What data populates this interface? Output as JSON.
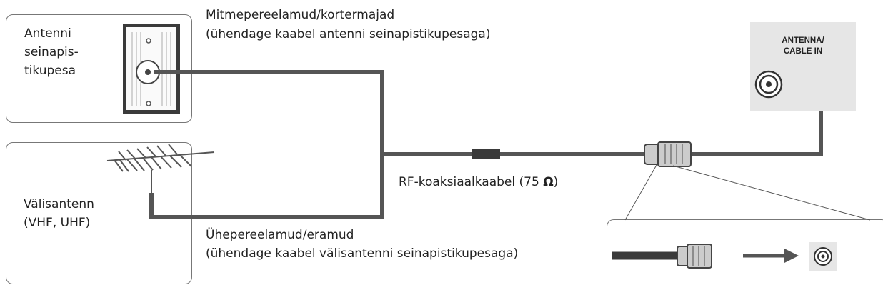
{
  "labels": {
    "wall_socket": "Antenni\nseinapis-\ntikupesa",
    "multi_family": "Mitmepereelamud/kortermajad",
    "multi_family_note": "(ühendage kaabel antenni seinapistikupesaga)",
    "outdoor_antenna": "Välisantenn\n(VHF, UHF)",
    "single_family": "Ühepereelamud/eramud",
    "single_family_note": "(ühendage kaabel välisantenni seinapistikupesaga)",
    "coax_cable": "RF-koaksiaalkaabel (75",
    "ohm_symbol": "Ω",
    "coax_close": ")",
    "tv_port": "ANTENNA/\nCABLE IN"
  },
  "colors": {
    "cable": "#555555",
    "box_border": "#777777",
    "tv_panel": "#e6e6e6",
    "connector_fill": "#cccccc"
  }
}
